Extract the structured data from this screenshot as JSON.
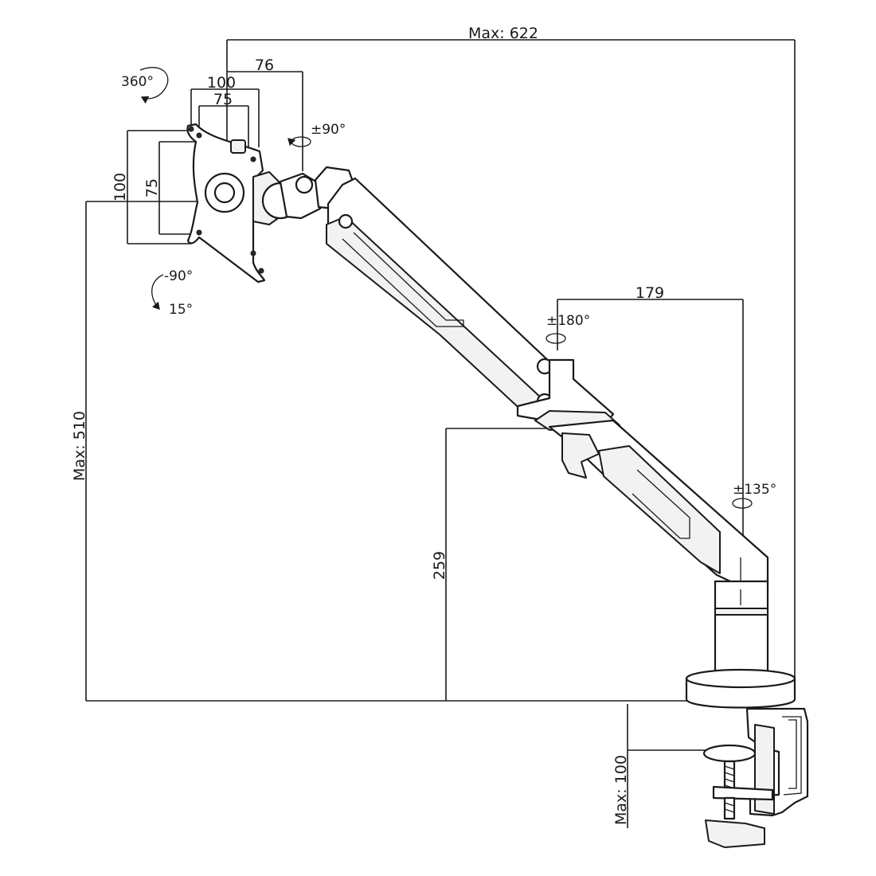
{
  "diagram": {
    "dimensions": {
      "max_width": "Max: 622",
      "max_height": "Max: 510",
      "height_259": "259",
      "arm_179": "179",
      "vesa_offset_76": "76",
      "vesa_100_h": "100",
      "vesa_75_h": "75",
      "vesa_100_v": "100",
      "vesa_75_v": "75",
      "desk_max": "Max: 100"
    },
    "rotations": {
      "rotate_360": "360°",
      "swivel_head": "±90°",
      "tilt_up": "-90°",
      "tilt_down": "15°",
      "swivel_elbow": "±180°",
      "swivel_base": "±135°"
    }
  }
}
